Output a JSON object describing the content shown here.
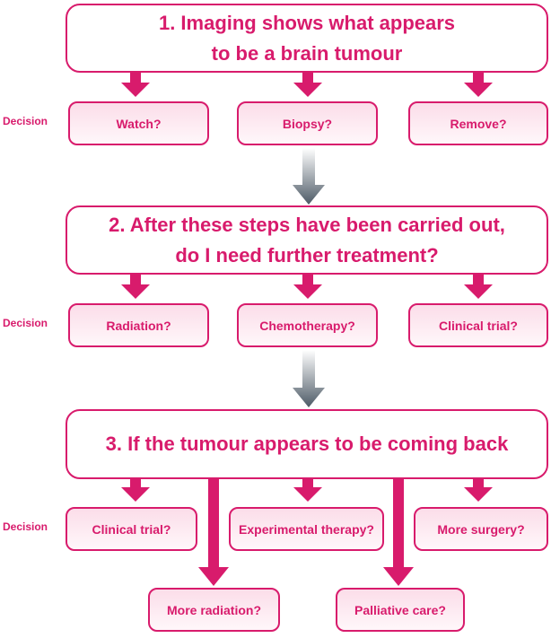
{
  "colors": {
    "accent": "#d81b6c",
    "option_fill": "#fbdde9",
    "connector": "#4d5a66"
  },
  "decision_label": "Decision",
  "step1": {
    "title_line1": "1. Imaging shows what appears",
    "title_line2": "to be a brain tumour",
    "options": [
      "Watch?",
      "Biopsy?",
      "Remove?"
    ]
  },
  "step2": {
    "title_line1": "2. After these steps have been carried out,",
    "title_line2": "do I need further treatment?",
    "options": [
      "Radiation?",
      "Chemotherapy?",
      "Clinical trial?"
    ]
  },
  "step3": {
    "title": "3. If the tumour appears to be coming back",
    "options": [
      "Clinical trial?",
      "Experimental therapy?",
      "More surgery?"
    ],
    "extra_options": [
      "More radiation?",
      "Palliative care?"
    ]
  }
}
